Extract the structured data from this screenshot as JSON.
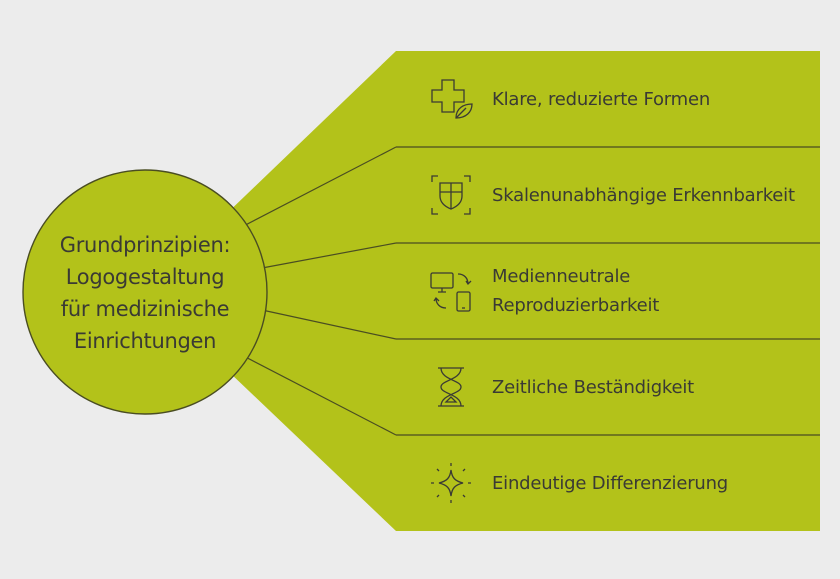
{
  "center": {
    "title": "Grundprinzipien:\nLogogestaltung\nfür medizinische\nEinrichtungen"
  },
  "items": [
    {
      "label": "Klare, reduzierte Formen",
      "icon": "cross-leaf-icon"
    },
    {
      "label": "Skalenunabhängige Erkennbarkeit",
      "icon": "shield-frame-icon"
    },
    {
      "label": "Medienneutrale\nReproduzierbarkeit",
      "icon": "devices-icon"
    },
    {
      "label": "Zeitliche Beständigkeit",
      "icon": "hourglass-icon"
    },
    {
      "label": "Eindeutige Differenzierung",
      "icon": "sparkle-icon"
    }
  ],
  "colors": {
    "background": "#ececec",
    "accent": "#b3c21a",
    "lines": "#4a4d22",
    "text": "#3a3a34"
  }
}
